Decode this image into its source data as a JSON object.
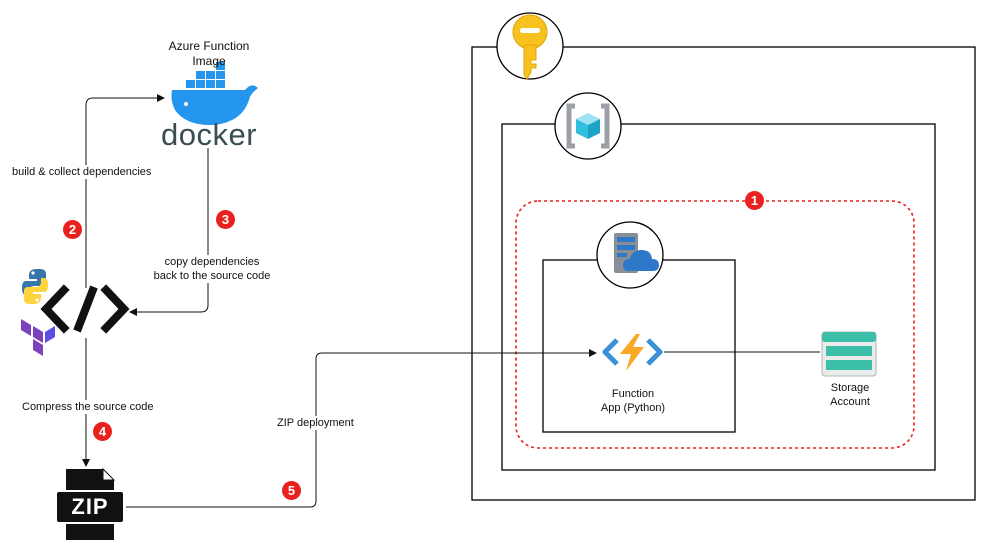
{
  "labels": {
    "azure_function_image_line1": "Azure Function",
    "azure_function_image_line2": "Image",
    "docker_wordmark": "docker",
    "build_collect": "build & collect dependencies",
    "copy_line1": "copy dependencies",
    "copy_line2": "back to the source code",
    "compress": "Compress the source code",
    "zip_deployment": "ZIP deployment",
    "zip_badge": "ZIP",
    "function_app_line1": "Function",
    "function_app_line2": "App (Python)",
    "storage_line1": "Storage",
    "storage_line2": "Account"
  },
  "steps": {
    "s1": "1",
    "s2": "2",
    "s3": "3",
    "s4": "4",
    "s5": "5"
  },
  "colors": {
    "step_badge": "#e8211e",
    "dashed_boundary": "#e8211e",
    "docker_blue": "#2496ed",
    "docker_text": "#394d54",
    "key_gold": "#f7c220",
    "function_bolt": "#f9a825",
    "function_brackets": "#3a8fd6",
    "storage_teal": "#3cbfa8",
    "python_blue": "#3776ab",
    "python_yellow": "#ffd43b",
    "terraform_purple": "#7b42bc"
  },
  "icons": {
    "key": "key-vault-icon",
    "resource_group": "resource-group-icon",
    "app_service_plan": "app-service-plan-icon",
    "function_app": "function-app-icon",
    "storage_account": "storage-account-icon",
    "docker": "docker-whale-icon",
    "python": "python-icon",
    "terraform": "terraform-icon",
    "code": "code-brackets-icon",
    "zip": "zip-file-icon"
  }
}
